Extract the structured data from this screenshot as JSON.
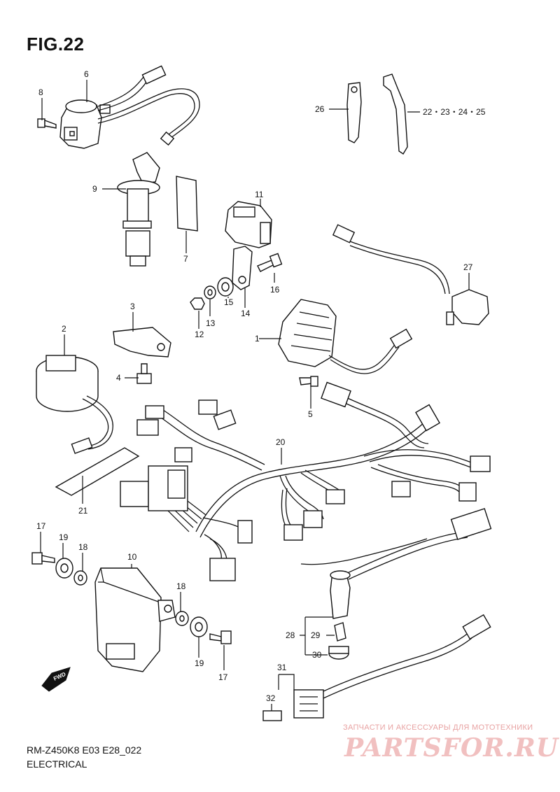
{
  "header": {
    "figure_title": "FIG.22"
  },
  "footer": {
    "model_code": "RM-Z450K8 E03 E28_022",
    "section_name": "ELECTRICAL"
  },
  "watermark": {
    "tagline": "ЗАПЧАСТИ И АКСЕССУАРЫ ДЛЯ МОТОТЕХНИКИ",
    "logo": "PARTSFOR.RU"
  },
  "orientation_badge": {
    "label": "FWD"
  },
  "callouts": {
    "c1": "1",
    "c2": "2",
    "c3": "3",
    "c4": "4",
    "c5": "5",
    "c6": "6",
    "c7": "7",
    "c8": "8",
    "c9": "9",
    "c10": "10",
    "c11": "11",
    "c12": "12",
    "c13": "13",
    "c14": "14",
    "c15": "15",
    "c16": "16",
    "c17a": "17",
    "c17b": "17",
    "c18a": "18",
    "c18b": "18",
    "c19a": "19",
    "c19b": "19",
    "c20": "20",
    "c21": "21",
    "c22_25": "22・23・24・25",
    "c26": "26",
    "c27": "27",
    "c28": "28",
    "c29": "29",
    "c30": "30",
    "c31": "31",
    "c32": "32"
  }
}
